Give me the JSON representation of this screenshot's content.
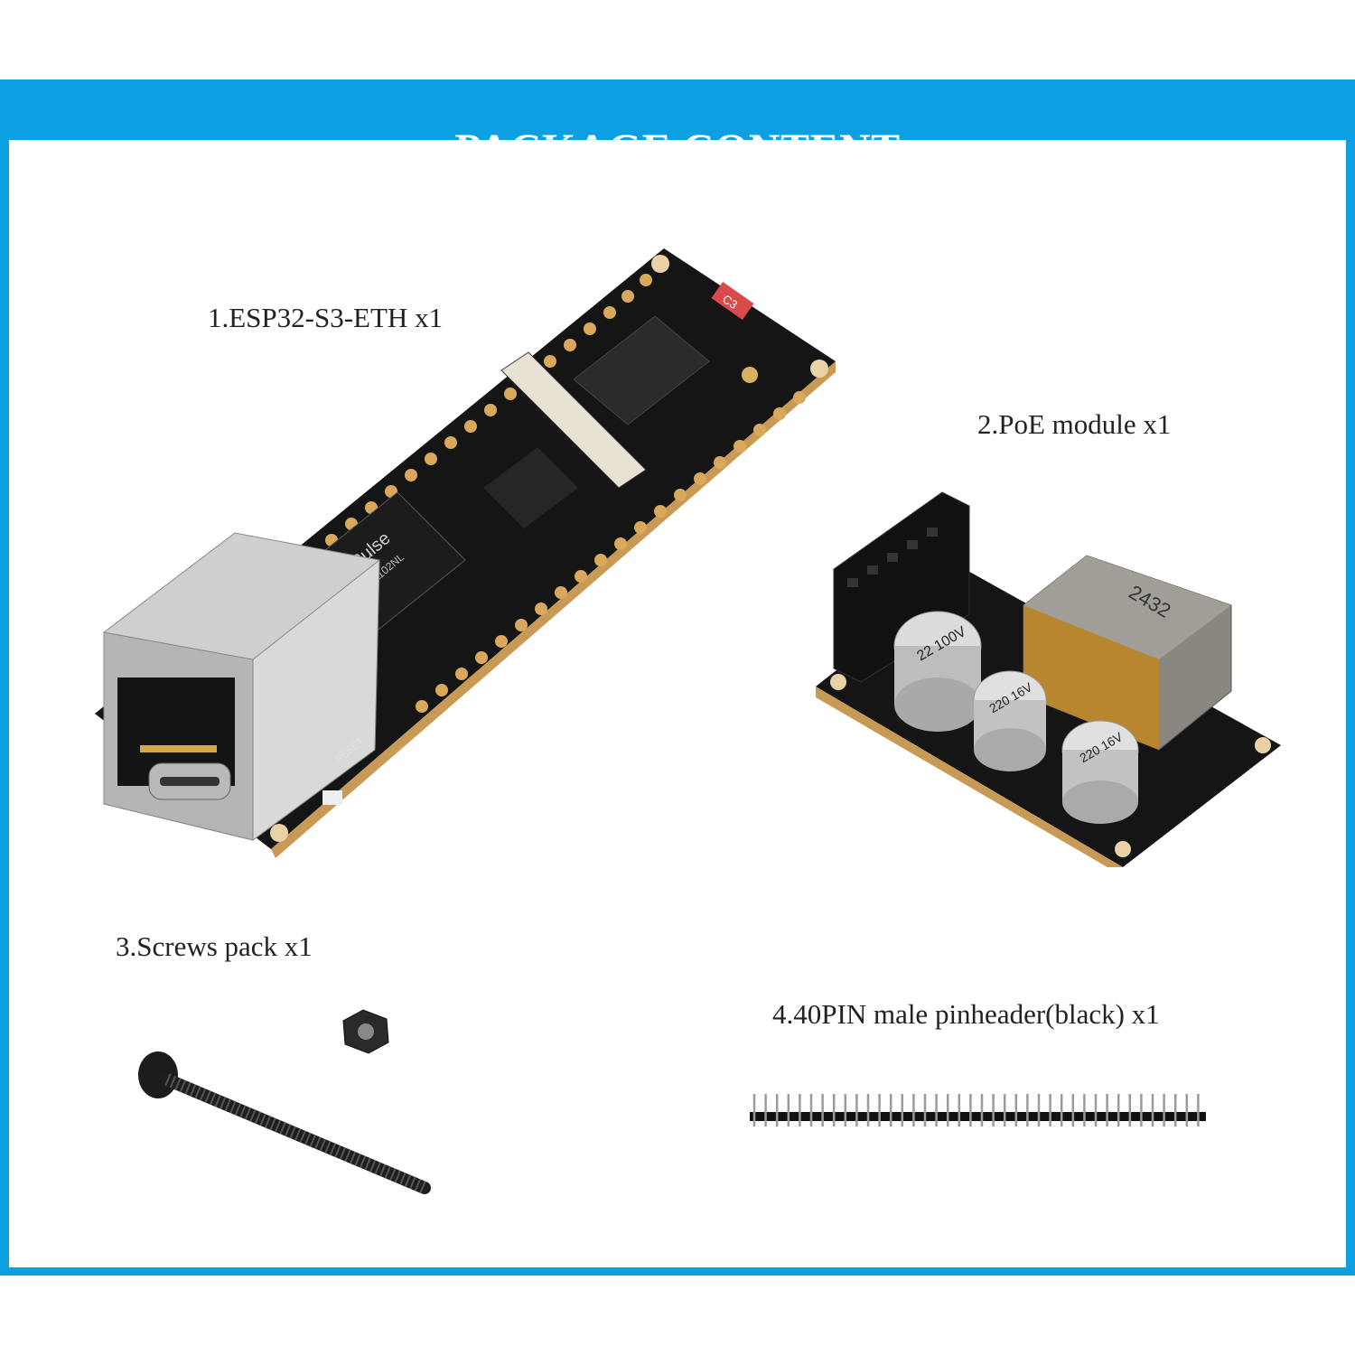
{
  "header": {
    "title": "PACKAGE CONTENT"
  },
  "items": [
    {
      "label": "1.ESP32-S3-ETH x1",
      "icon": "esp32-board-image"
    },
    {
      "label": "2.PoE module x1",
      "icon": "poe-module-image"
    },
    {
      "label": "3.Screws pack x1",
      "icon": "screw-nut-image"
    },
    {
      "label": "4.40PIN male pinheader(black) x1",
      "icon": "pin-header-image"
    }
  ],
  "board_text": {
    "transformer_brand": "Pulse",
    "transformer_part": "H1102NL",
    "poe_cap1": "22 100V",
    "poe_cap2": "220 16V",
    "poe_cap3": "220 16V",
    "poe_transformer": "2432",
    "reset": "RESET",
    "c3": "C3"
  },
  "colors": {
    "frame": "#0ca0e3",
    "background": "#ffffff"
  }
}
